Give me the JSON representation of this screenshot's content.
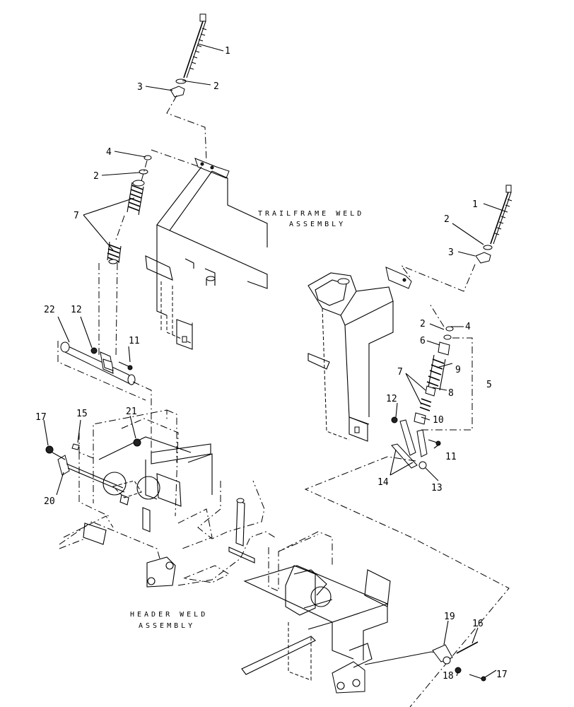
{
  "assembly_labels": {
    "trailframe_line1": "TRAILFRAME WELD",
    "trailframe_line2": "ASSEMBLY",
    "header_line1": "HEADER WELD",
    "header_line2": "ASSEMBLY"
  },
  "callouts": [
    "1",
    "2",
    "3",
    "4",
    "2",
    "7",
    "22",
    "12",
    "11",
    "17",
    "15",
    "21",
    "20",
    "1",
    "2",
    "3",
    "2",
    "4",
    "6",
    "9",
    "7",
    "8",
    "5",
    "12",
    "10",
    "11",
    "14",
    "13",
    "19",
    "16",
    "18",
    "17"
  ]
}
